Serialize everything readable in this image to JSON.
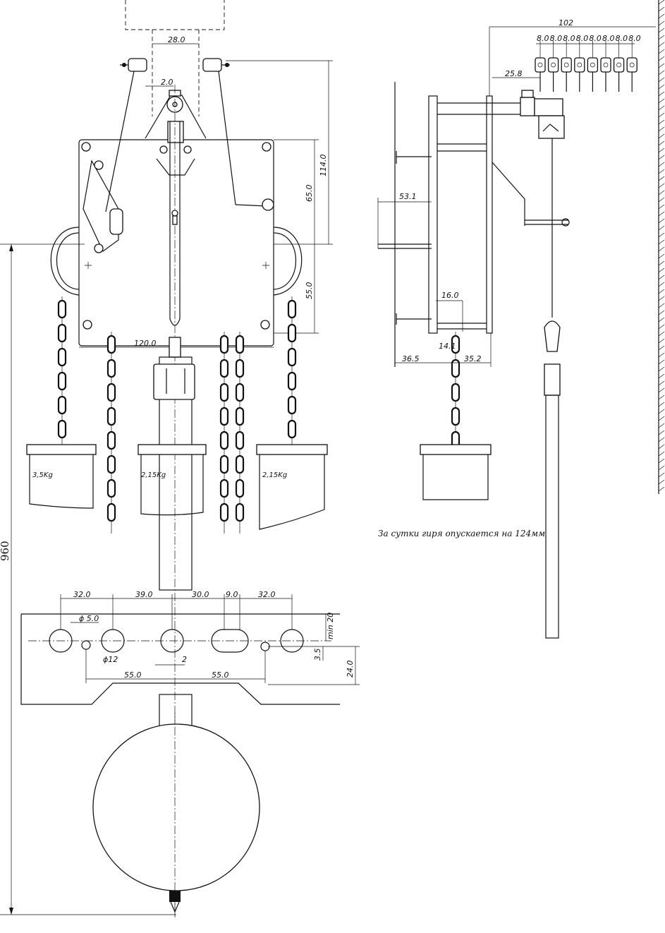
{
  "front_view": {
    "dims": {
      "top_gap": "28.0",
      "offset": "2.0",
      "plate_width": "120.0",
      "height_total": "114.0",
      "height_upper": "65.0",
      "height_lower": "55.0",
      "overall_height": "960"
    },
    "weights": [
      {
        "label": "3,5Kg"
      },
      {
        "label": "2,15Kg"
      },
      {
        "label": "2,15Kg"
      }
    ]
  },
  "bar_detail": {
    "dims": {
      "d1": "32.0",
      "d2": "39.0",
      "d3": "30.0",
      "d4": "9.0",
      "d5": "32.0",
      "small_hole": "ϕ 5.0",
      "big_hole": "ϕ12",
      "min_label": "min 20",
      "span_left": "55.0",
      "span_right": "55.0",
      "shift": "2",
      "edge": "3.5",
      "bar_height": "24.0"
    }
  },
  "side_view": {
    "dims": {
      "hammer_total": "102",
      "hammer_pitch": [
        "8.0",
        "8.0",
        "8.0",
        "8.0",
        "8.0",
        "8.0",
        "8.0",
        "8.0"
      ],
      "hammer_offset": "25.8",
      "depth": "53.1",
      "arbor": "16.0",
      "left_depth": "36.5",
      "seat": "14.1",
      "right_depth": "35.2"
    },
    "note": "За сутки гиря опускается на 124мм"
  }
}
